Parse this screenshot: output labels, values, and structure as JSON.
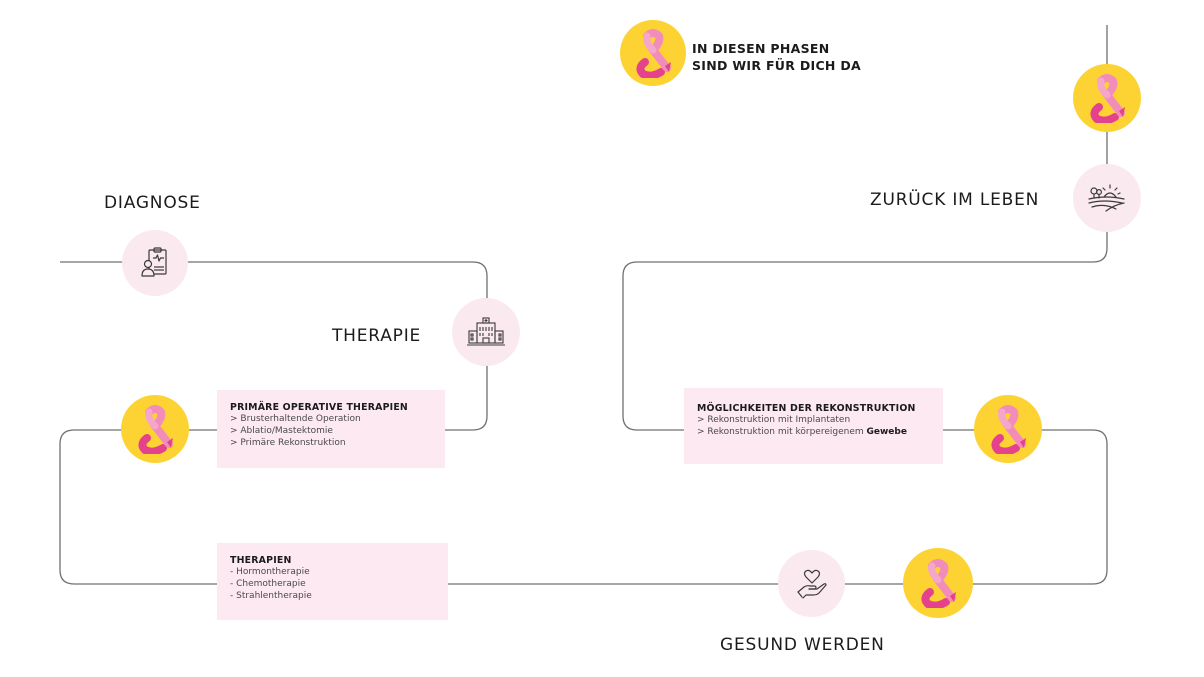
{
  "header": {
    "line1": "IN DIESEN PHASEN",
    "line2": "SIND WIR FÜR DICH DA",
    "icon": "ribbon-ampersand-icon"
  },
  "phases": {
    "diagnose": {
      "label": "DIAGNOSE",
      "icon": "clipboard-patient-icon"
    },
    "therapie": {
      "label": "THERAPIE",
      "icon": "hospital-icon"
    },
    "gesund_werden": {
      "label": "GESUND WERDEN",
      "icon": "heart-hand-icon"
    },
    "zurueck_im_leben": {
      "label": "ZURÜCK IM LEBEN",
      "icon": "landscape-sunrise-icon"
    }
  },
  "boxes": {
    "primary_op": {
      "title": "PRIMÄRE OPERATIVE THERAPIEN",
      "items": [
        "> Brusterhaltende Operation",
        "> Ablatio/Mastektomie",
        "> Primäre Rekonstruktion"
      ]
    },
    "therapien": {
      "title": "THERAPIEN",
      "items": [
        "- Hormontherapie",
        "- Chemotherapie",
        "- Strahlentherapie"
      ]
    },
    "reconstruction": {
      "title": "MÖGLICHKEITEN DER REKONSTRUKTION",
      "items": [
        "> Rekonstruktion mit Implantaten",
        "> Rekonstruktion mit körpereigenem "
      ],
      "item2_bold": "Gewebe"
    }
  },
  "colors": {
    "yellow": "#fdd333",
    "pink_circle": "#fbe9f0",
    "pink_box": "#fce9f1",
    "ribbon_light": "#f28dbb",
    "ribbon_dark": "#e4428c",
    "line": "#6e6e6e"
  }
}
